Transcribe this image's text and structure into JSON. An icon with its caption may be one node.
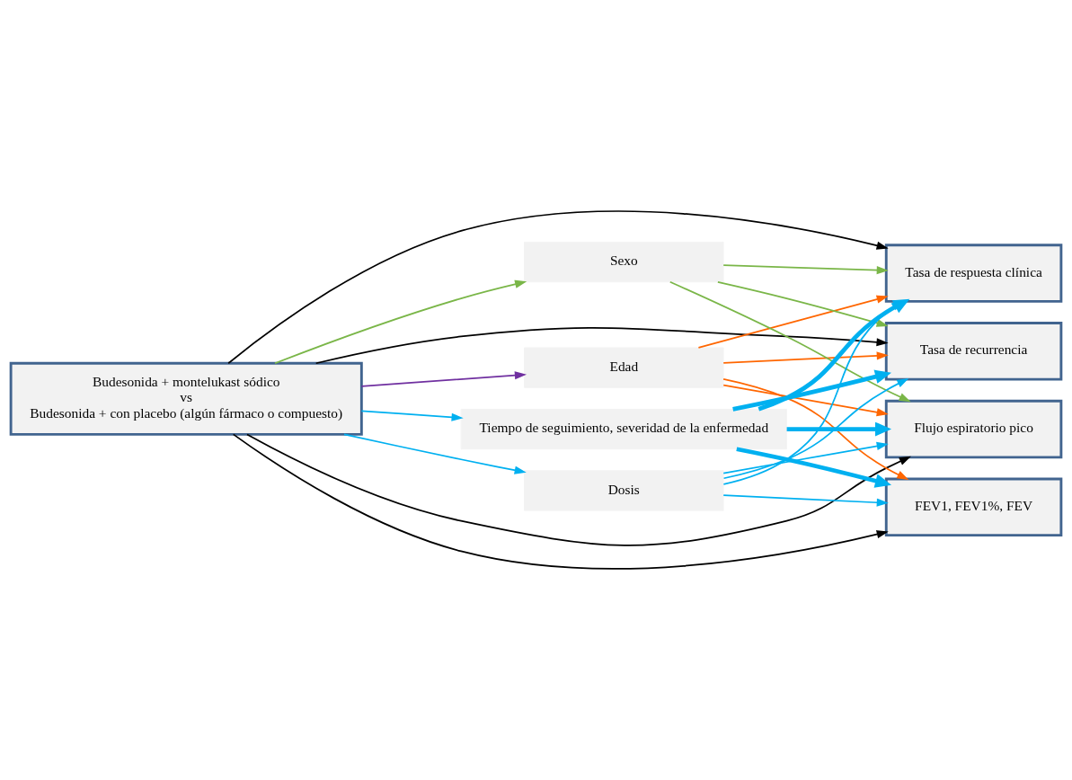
{
  "diagram": {
    "nodes": [
      {
        "text": [
          "Budesonida + montelukast sódico",
          "vs",
          "Budesonida + con placebo (algún fármaco o compuesto)"
        ]
      },
      {
        "text": [
          "Edad"
        ]
      },
      {
        "text": [
          "Sexo"
        ]
      },
      {
        "text": [
          "Tasa de respuesta clínica"
        ]
      },
      {
        "text": [
          "Tasa de recurrencia"
        ]
      },
      {
        "text": [
          "FEV1, FEV1%, FEV"
        ]
      },
      {
        "text": [
          "Flujo espiratorio pico"
        ]
      },
      {
        "text": [
          "Tiempo de seguimiento, severidad de la enfermedad"
        ]
      },
      {
        "text": [
          "Dosis"
        ]
      }
    ],
    "edges": [
      {
        "from": 0,
        "to": 1,
        "arrow": "to",
        "color": "#7030a0"
      },
      {
        "from": 0,
        "to": 2,
        "arrow": "to",
        "color": "#7ab648"
      },
      {
        "from": 0,
        "to": 3,
        "arrow": "to",
        "color": "#000000"
      },
      {
        "from": 0,
        "to": 4,
        "arrow": "to",
        "color": "#000000"
      },
      {
        "from": 0,
        "to": 5,
        "arrow": "to",
        "color": "#000000"
      },
      {
        "from": 0,
        "to": 6,
        "arrow": "to",
        "color": "#000000"
      },
      {
        "from": 0,
        "to": 7,
        "arrow": "to"
      },
      {
        "from": 0,
        "to": 8,
        "arrow": "to"
      },
      {
        "from": 1,
        "to": 3,
        "arrow": "to",
        "color": "#ff6600"
      },
      {
        "from": 1,
        "to": 4,
        "arrow": "to",
        "color": "#ff6600"
      },
      {
        "from": 1,
        "to": 5,
        "arrow": "to",
        "color": "#ff6600"
      },
      {
        "from": 1,
        "to": 6,
        "arrow": "to",
        "color": "#ff6600"
      },
      {
        "from": 2,
        "to": 3,
        "arrow": "to",
        "color": "#7ab648"
      },
      {
        "from": 2,
        "to": 4,
        "arrow": "to",
        "color": "#7ab648"
      },
      {
        "from": 2,
        "to": 6,
        "arrow": "to",
        "color": "#7ab648"
      },
      {
        "from": 7,
        "to": 3,
        "arrow": "to",
        "style": "thick"
      },
      {
        "from": 7,
        "to": 4,
        "arrow": "to",
        "style": "thick"
      },
      {
        "from": 7,
        "to": 5,
        "arrow": "to",
        "style": "thick"
      },
      {
        "from": 7,
        "to": 6,
        "arrow": "to",
        "style": "thick"
      },
      {
        "from": 8,
        "to": 3,
        "arrow": "to"
      },
      {
        "from": 8,
        "to": 4,
        "arrow": "to"
      },
      {
        "from": 8,
        "to": 5,
        "arrow": "to"
      },
      {
        "from": 8,
        "to": 6,
        "arrow": "to"
      }
    ]
  }
}
